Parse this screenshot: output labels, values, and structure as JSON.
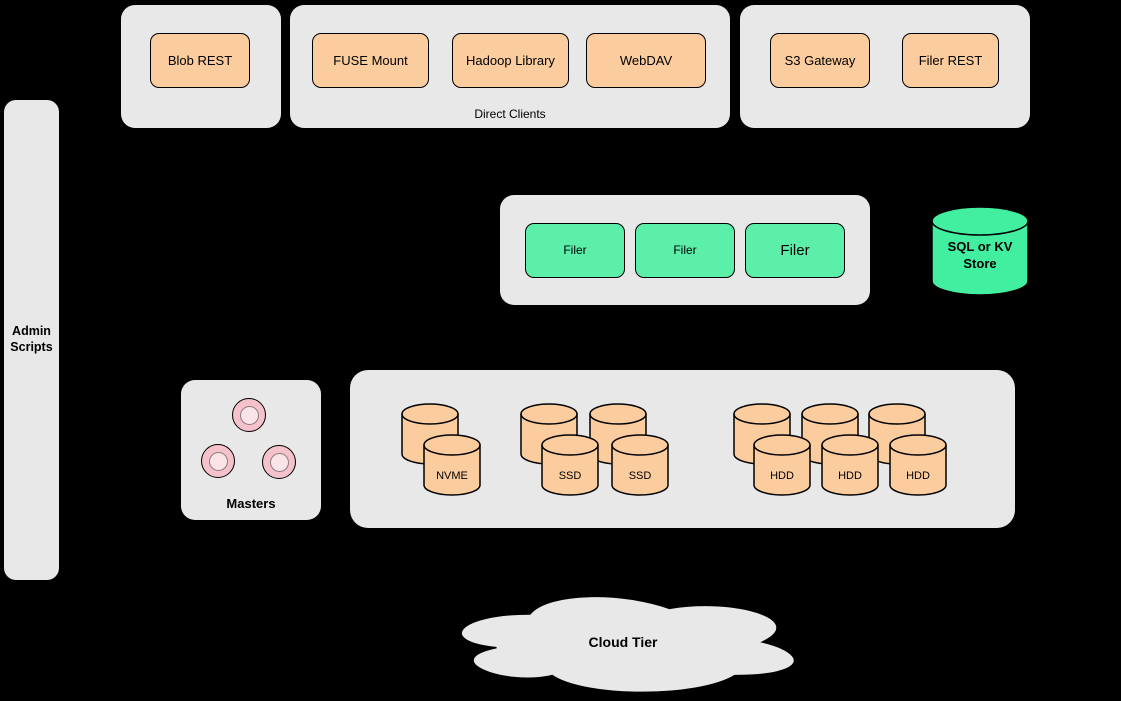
{
  "colors": {
    "background": "#000000",
    "panel_gray": "#E8E8E8",
    "node_orange": "#FBCC9E",
    "node_green": "#5CEFA9",
    "cylinder_green": "#42EFA0",
    "master_pink": "#F5C2CB"
  },
  "clients": {
    "blob_group": {
      "nodes": [
        {
          "label": "Blob REST"
        }
      ]
    },
    "direct_group": {
      "caption": "Direct Clients",
      "nodes": [
        {
          "label": "FUSE Mount"
        },
        {
          "label": "Hadoop Library"
        },
        {
          "label": "WebDAV"
        }
      ]
    },
    "gateway_group": {
      "nodes": [
        {
          "label": "S3 Gateway"
        },
        {
          "label": "Filer REST"
        }
      ]
    }
  },
  "admin": {
    "label": "Admin Scripts"
  },
  "filer_group": {
    "nodes": [
      {
        "label": "Filer"
      },
      {
        "label": "Filer"
      },
      {
        "label": "Filer"
      }
    ]
  },
  "metadata_store": {
    "label": "SQL or KV Store"
  },
  "masters": {
    "label": "Masters",
    "node_count": 3
  },
  "storage": {
    "nvme": {
      "labels": [
        "NVME"
      ]
    },
    "ssd": {
      "labels": [
        "SSD",
        "SSD"
      ]
    },
    "hdd": {
      "labels": [
        "HDD",
        "HDD",
        "HDD"
      ]
    }
  },
  "cloud": {
    "label": "Cloud Tier"
  }
}
